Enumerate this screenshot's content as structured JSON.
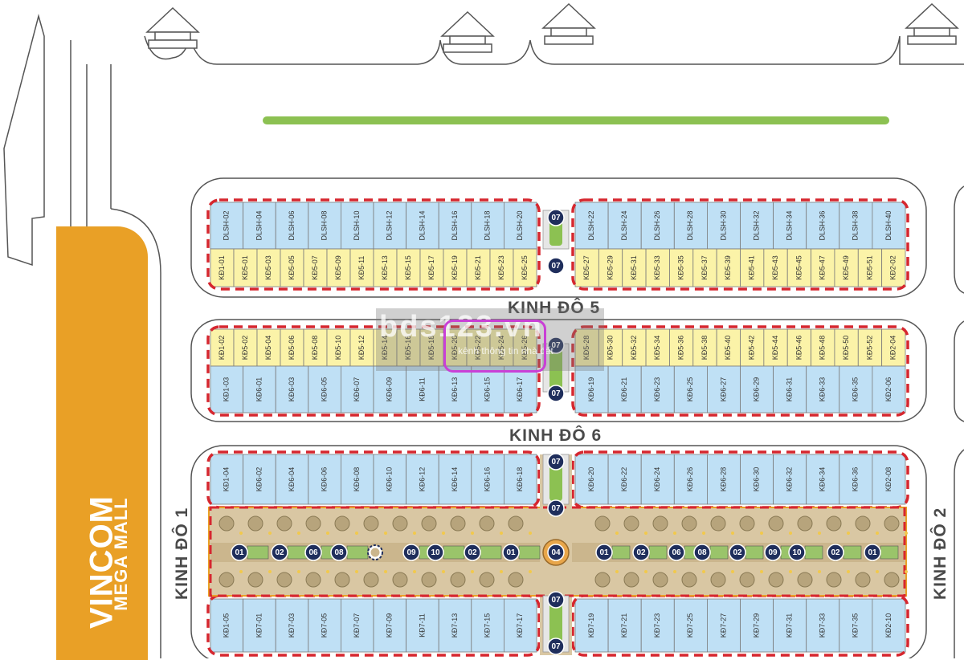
{
  "colors": {
    "lot_blue": "#bfe0f5",
    "lot_yellow": "#fbf3a8",
    "boundary": "#d6272f",
    "mall": "#e9a026",
    "park_green": "#8cc152",
    "plaza": "#d9c7a3",
    "badge": "#1f2e5c"
  },
  "labels": {
    "road_kd5": "KINH ĐÔ 5",
    "road_kd6": "KINH ĐÔ 6",
    "road_kd1": "KINH ĐÔ 1",
    "road_kd2": "KINH ĐÔ 2",
    "mall_name": "VINCOM",
    "mall_sub": "MEGA MALL",
    "watermark": "bds123.vn",
    "watermark_sub": "kênh thông tin nhà đất"
  },
  "blocks": {
    "b1_top_left": [
      "DLSH-02",
      "DLSH-04",
      "DLSH-06",
      "DLSH-08",
      "DLSH-10",
      "DLSH-12",
      "DLSH-14",
      "DLSH-16",
      "DLSH-18",
      "DLSH-20"
    ],
    "b1_top_right": [
      "DLSH-22",
      "DLSH-24",
      "DLSH-26",
      "DLSH-28",
      "DLSH-30",
      "DLSH-32",
      "DLSH-34",
      "DLSH-36",
      "DLSH-38",
      "DLSH-40"
    ],
    "b1_bot_left": [
      "KĐ1-01",
      "KĐ5-01",
      "KĐ5-03",
      "KĐ5-05",
      "KĐ5-07",
      "KĐ5-09",
      "KĐ5-11",
      "KĐ5-13",
      "KĐ5-15",
      "KĐ5-17",
      "KĐ5-19",
      "KĐ5-21",
      "KĐ5-23",
      "KĐ5-25"
    ],
    "b1_bot_right": [
      "KĐ5-27",
      "KĐ5-29",
      "KĐ5-31",
      "KĐ5-33",
      "KĐ5-35",
      "KĐ5-37",
      "KĐ5-39",
      "KĐ5-41",
      "KĐ5-43",
      "KĐ5-45",
      "KĐ5-47",
      "KĐ5-49",
      "KĐ5-51",
      "KĐ2-02"
    ],
    "b2_top_left": [
      "KĐ1-02",
      "KĐ5-02",
      "KĐ5-04",
      "KĐ5-06",
      "KĐ5-08",
      "KĐ5-10",
      "KĐ5-12",
      "KĐ5-14",
      "KĐ5-16",
      "KĐ5-18",
      "KĐ5-20",
      "KĐ5-22",
      "KĐ5-24",
      "KĐ5-26"
    ],
    "b2_top_right": [
      "KĐ5-28",
      "KĐ5-30",
      "KĐ5-32",
      "KĐ5-34",
      "KĐ5-36",
      "KĐ5-38",
      "KĐ5-40",
      "KĐ5-42",
      "KĐ5-44",
      "KĐ5-46",
      "KĐ5-48",
      "KĐ5-50",
      "KĐ5-52",
      "KĐ2-04"
    ],
    "b2_bot_left": [
      "KĐ1-03",
      "KĐ6-01",
      "KĐ6-03",
      "KĐ6-05",
      "KĐ6-07",
      "KĐ6-09",
      "KĐ6-11",
      "KĐ6-13",
      "KĐ6-15",
      "KĐ6-17"
    ],
    "b2_bot_right": [
      "KĐ6-19",
      "KĐ6-21",
      "KĐ6-23",
      "KĐ6-25",
      "KĐ6-27",
      "KĐ6-29",
      "KĐ6-31",
      "KĐ6-33",
      "KĐ6-35",
      "KĐ2-06"
    ],
    "b3_top_left": [
      "KĐ1-04",
      "KĐ6-02",
      "KĐ6-04",
      "KĐ6-06",
      "KĐ6-08",
      "KĐ6-10",
      "KĐ6-12",
      "KĐ6-14",
      "KĐ6-16",
      "KĐ6-18"
    ],
    "b3_top_right": [
      "KĐ6-20",
      "KĐ6-22",
      "KĐ6-24",
      "KĐ6-26",
      "KĐ6-28",
      "KĐ6-30",
      "KĐ6-32",
      "KĐ6-34",
      "KĐ6-36",
      "KĐ2-08"
    ],
    "b3_bot_left": [
      "KĐ1-05",
      "KĐ7-01",
      "KĐ7-03",
      "KĐ7-05",
      "KĐ7-07",
      "KĐ7-09",
      "KĐ7-11",
      "KĐ7-13",
      "KĐ7-15",
      "KĐ7-17"
    ],
    "b3_bot_right": [
      "KĐ7-19",
      "KĐ7-21",
      "KĐ7-23",
      "KĐ7-25",
      "KĐ7-27",
      "KĐ7-29",
      "KĐ7-31",
      "KĐ7-33",
      "KĐ7-35",
      "KĐ2-10"
    ]
  },
  "badges": {
    "gap": "07",
    "plaza_center": "04",
    "plaza_left": [
      "01",
      "02",
      "06",
      "08",
      "09",
      "10",
      "02",
      "01"
    ],
    "plaza_right": [
      "01",
      "02",
      "06",
      "08",
      "02",
      "09",
      "10",
      "02",
      "01"
    ]
  },
  "icons": [
    "gear-icon",
    "pavilion-icon",
    "arrow-icon"
  ]
}
